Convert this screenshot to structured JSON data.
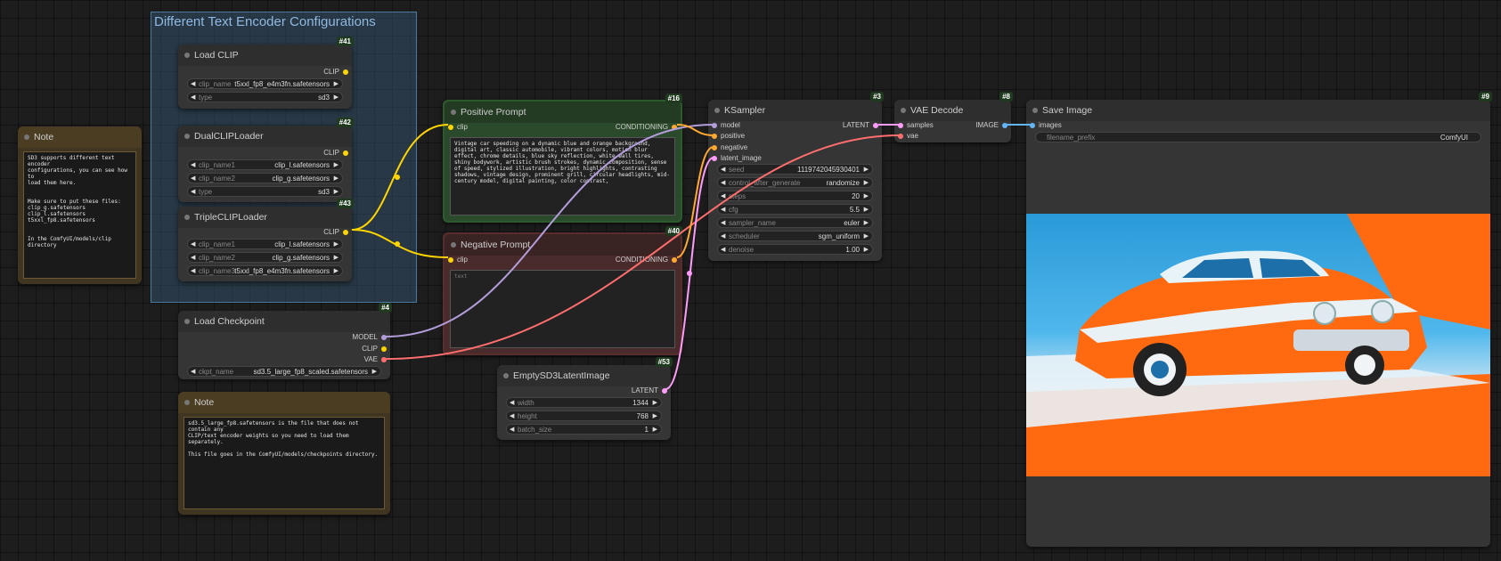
{
  "group": {
    "title": "Different Text Encoder Configurations"
  },
  "nodes": {
    "note_clip": {
      "title": "Note",
      "text": "SD3 supports different text encoder\nconfigurations, you can see how to\nload them here.\n\n\nMake sure to put these files:\nclip_g.safetensors\nclip_l.safetensors\nt5xxl_fp8.safetensors\n\n\nIn the ComfyUI/models/clip directory"
    },
    "load_clip": {
      "id": "#41",
      "title": "Load CLIP",
      "output": "CLIP",
      "widgets": [
        {
          "label": "clip_name",
          "value": "t5xxl_fp8_e4m3fn.safetensors"
        },
        {
          "label": "type",
          "value": "sd3"
        }
      ]
    },
    "dual_clip": {
      "id": "#42",
      "title": "DualCLIPLoader",
      "output": "CLIP",
      "widgets": [
        {
          "label": "clip_name1",
          "value": "clip_l.safetensors"
        },
        {
          "label": "clip_name2",
          "value": "clip_g.safetensors"
        },
        {
          "label": "type",
          "value": "sd3"
        }
      ]
    },
    "triple_clip": {
      "id": "#43",
      "title": "TripleCLIPLoader",
      "output": "CLIP",
      "widgets": [
        {
          "label": "clip_name1",
          "value": "clip_l.safetensors"
        },
        {
          "label": "clip_name2",
          "value": "clip_g.safetensors"
        },
        {
          "label": "clip_name3",
          "value": "t5xxl_fp8_e4m3fn.safetensors"
        }
      ]
    },
    "load_ckpt": {
      "id": "#4",
      "title": "Load Checkpoint",
      "outputs": [
        "MODEL",
        "CLIP",
        "VAE"
      ],
      "widgets": [
        {
          "label": "ckpt_name",
          "value": "sd3.5_large_fp8_scaled.safetensors"
        }
      ]
    },
    "note_ckpt": {
      "title": "Note",
      "text": "sd3.5_large_fp8.safetensors is the file that does not contain any\nCLIP/text encoder weights so you need to load them separately.\n\nThis file goes in the ComfyUI/models/checkpoints directory."
    },
    "positive": {
      "id": "#16",
      "title": "Positive Prompt",
      "input": "clip",
      "output": "CONDITIONING",
      "text": "Vintage car speeding on a dynamic blue and orange background, digital art, classic automobile, vibrant colors, motion blur effect, chrome details, blue sky reflection, white wall tires, shiny bodywork, artistic brush strokes, dynamic composition, sense of speed, stylized illustration, bright highlights, contrasting shadows, vintage design, prominent grill, circular headlights, mid-century model, digital painting, color contrast,"
    },
    "negative": {
      "id": "#40",
      "title": "Negative Prompt",
      "input": "clip",
      "output": "CONDITIONING",
      "placeholder": "text"
    },
    "latent": {
      "id": "#53",
      "title": "EmptySD3LatentImage",
      "output": "LATENT",
      "widgets": [
        {
          "label": "width",
          "value": "1344"
        },
        {
          "label": "height",
          "value": "768"
        },
        {
          "label": "batch_size",
          "value": "1"
        }
      ]
    },
    "ksampler": {
      "id": "#3",
      "title": "KSampler",
      "inputs": [
        "model",
        "positive",
        "negative",
        "latent_image"
      ],
      "output": "LATENT",
      "widgets": [
        {
          "label": "seed",
          "value": "1119742045930401"
        },
        {
          "label": "control_after_generate",
          "value": "randomize"
        },
        {
          "label": "steps",
          "value": "20"
        },
        {
          "label": "cfg",
          "value": "5.5"
        },
        {
          "label": "sampler_name",
          "value": "euler"
        },
        {
          "label": "scheduler",
          "value": "sgm_uniform"
        },
        {
          "label": "denoise",
          "value": "1.00"
        }
      ]
    },
    "vae_decode": {
      "id": "#8",
      "title": "VAE Decode",
      "inputs": [
        "samples",
        "vae"
      ],
      "output": "IMAGE"
    },
    "save_image": {
      "id": "#9",
      "title": "Save Image",
      "input": "images",
      "widgets": [
        {
          "label": "filename_prefix",
          "value": "ComfyUI"
        }
      ]
    }
  },
  "colors": {
    "clip": "#ffd500",
    "model": "#b39ddb",
    "vae": "#ff6e6e",
    "conditioning": "#ffa931",
    "latent": "#ff9cf9",
    "image": "#64b5f6"
  }
}
